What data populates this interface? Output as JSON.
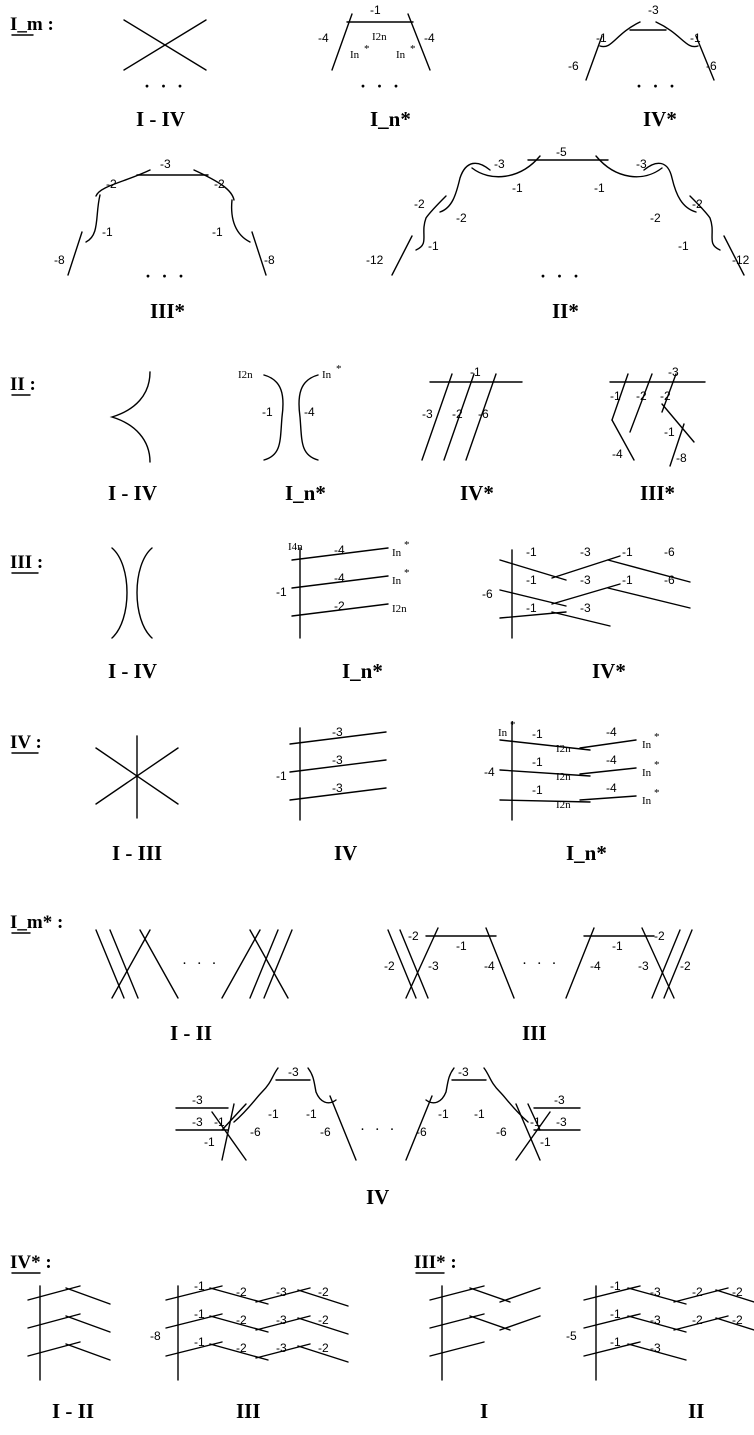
{
  "headers": {
    "Im": "I_m :",
    "II": "II :",
    "III": "III :",
    "IV": "IV :",
    "Imstar": "I_m* :",
    "IVstar": "IV* :",
    "IIIstar": "III* :"
  },
  "captions": {
    "im_1": "I - IV",
    "im_2": "I_n*",
    "im_3": "IV*",
    "im_4": "III*",
    "im_5": "II*",
    "ii_1": "I - IV",
    "ii_2": "I_n*",
    "ii_3": "IV*",
    "ii_4": "III*",
    "iii_1": "I - IV",
    "iii_2": "I_n*",
    "iii_3": "IV*",
    "iv_1": "I - III",
    "iv_2": "IV",
    "iv_3": "I_n*",
    "ims_1": "I - II",
    "ims_2": "III",
    "ims_3": "IV",
    "ivs_1": "I - II",
    "ivs_2": "III",
    "iiis_1": "I",
    "iiis_2": "II"
  },
  "ellipsis": "· · ·",
  "labels": {
    "neg1": "-1",
    "neg2": "-2",
    "neg3": "-3",
    "neg4": "-4",
    "neg5": "-5",
    "neg6": "-6",
    "neg8": "-8",
    "neg12": "-12",
    "I2n": "I2n",
    "I4n": "I4n",
    "In": "In",
    "star": "*"
  }
}
